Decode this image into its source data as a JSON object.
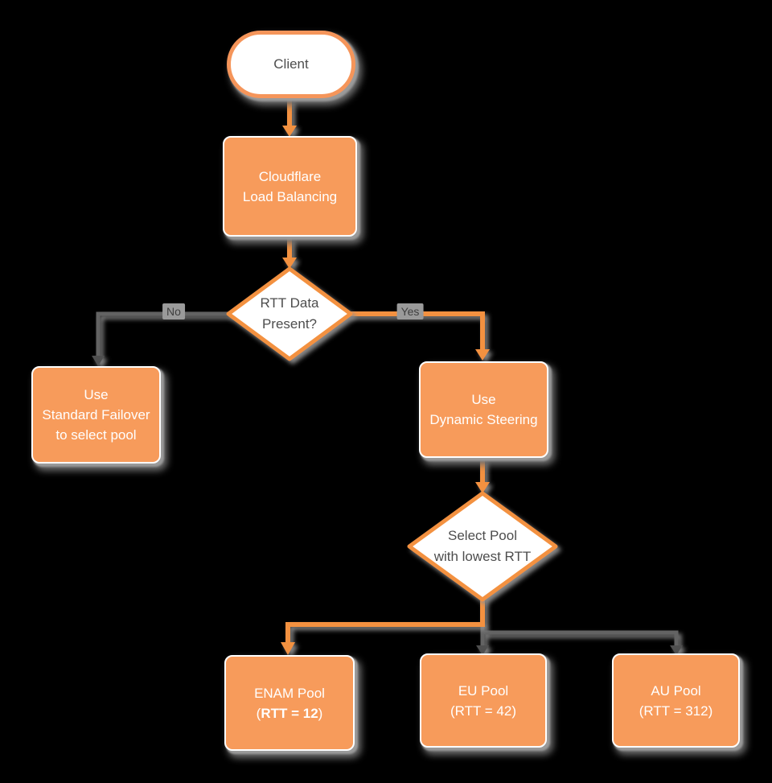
{
  "diagram": {
    "title_hint": "Cloudflare Load Balancing dynamic steering flowchart",
    "colors": {
      "background": "#000000",
      "node_fill_orange": "#f79b5b",
      "node_border_white": "#ffffff",
      "accent_orange_line": "#f3913f",
      "gray_line": "#646464",
      "dark_text": "#4d4d4d",
      "light_text": "#ffffff",
      "shadow_gray": "#9a9a9a"
    },
    "nodes": {
      "client": {
        "label": "Client"
      },
      "load_balancing": {
        "lines": [
          "Cloudflare",
          "Load Balancing"
        ]
      },
      "rtt_decision": {
        "lines": [
          "RTT Data",
          "Present?"
        ]
      },
      "standard_failover": {
        "lines": [
          "Use",
          "Standard Failover",
          "to select pool"
        ]
      },
      "dynamic_steering": {
        "lines": [
          "Use",
          "Dynamic Steering"
        ]
      },
      "select_pool_decision": {
        "lines": [
          "Select Pool",
          "with lowest RTT"
        ]
      },
      "enam_pool": {
        "line1": "ENAM Pool",
        "rtt_open": "(",
        "rtt_bold": "RTT = 12",
        "rtt_close": ")"
      },
      "eu_pool": {
        "line1": "EU Pool",
        "line2": "(RTT = 42)"
      },
      "au_pool": {
        "line1": "AU Pool",
        "line2": "(RTT = 312)"
      }
    },
    "edge_labels": {
      "no": "No",
      "yes": "Yes"
    }
  }
}
